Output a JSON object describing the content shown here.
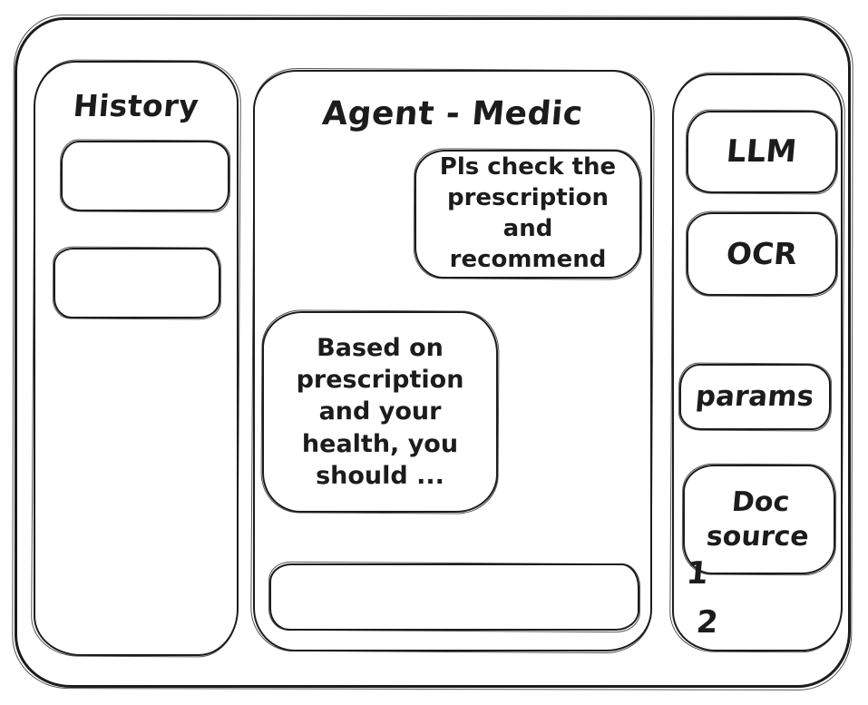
{
  "window": {
    "background": "#ffffff",
    "ink_color": "#1c1c1c"
  },
  "history_panel": {
    "title": "History",
    "items": [
      {
        "label": ""
      },
      {
        "label": ""
      }
    ]
  },
  "chat_panel": {
    "title": "Agent - Medic",
    "messages": [
      {
        "role": "user",
        "text": "Pls check the prescription and recommend"
      },
      {
        "role": "assistant",
        "text": "Based on prescription and your health, you should ..."
      }
    ],
    "input_value": ""
  },
  "tools_panel": {
    "buttons": [
      {
        "label": "LLM"
      },
      {
        "label": "OCR"
      },
      {
        "label": "params"
      },
      {
        "label": "Doc source"
      }
    ],
    "doc_source_list": [
      {
        "label": "1"
      },
      {
        "label": "2"
      }
    ]
  }
}
